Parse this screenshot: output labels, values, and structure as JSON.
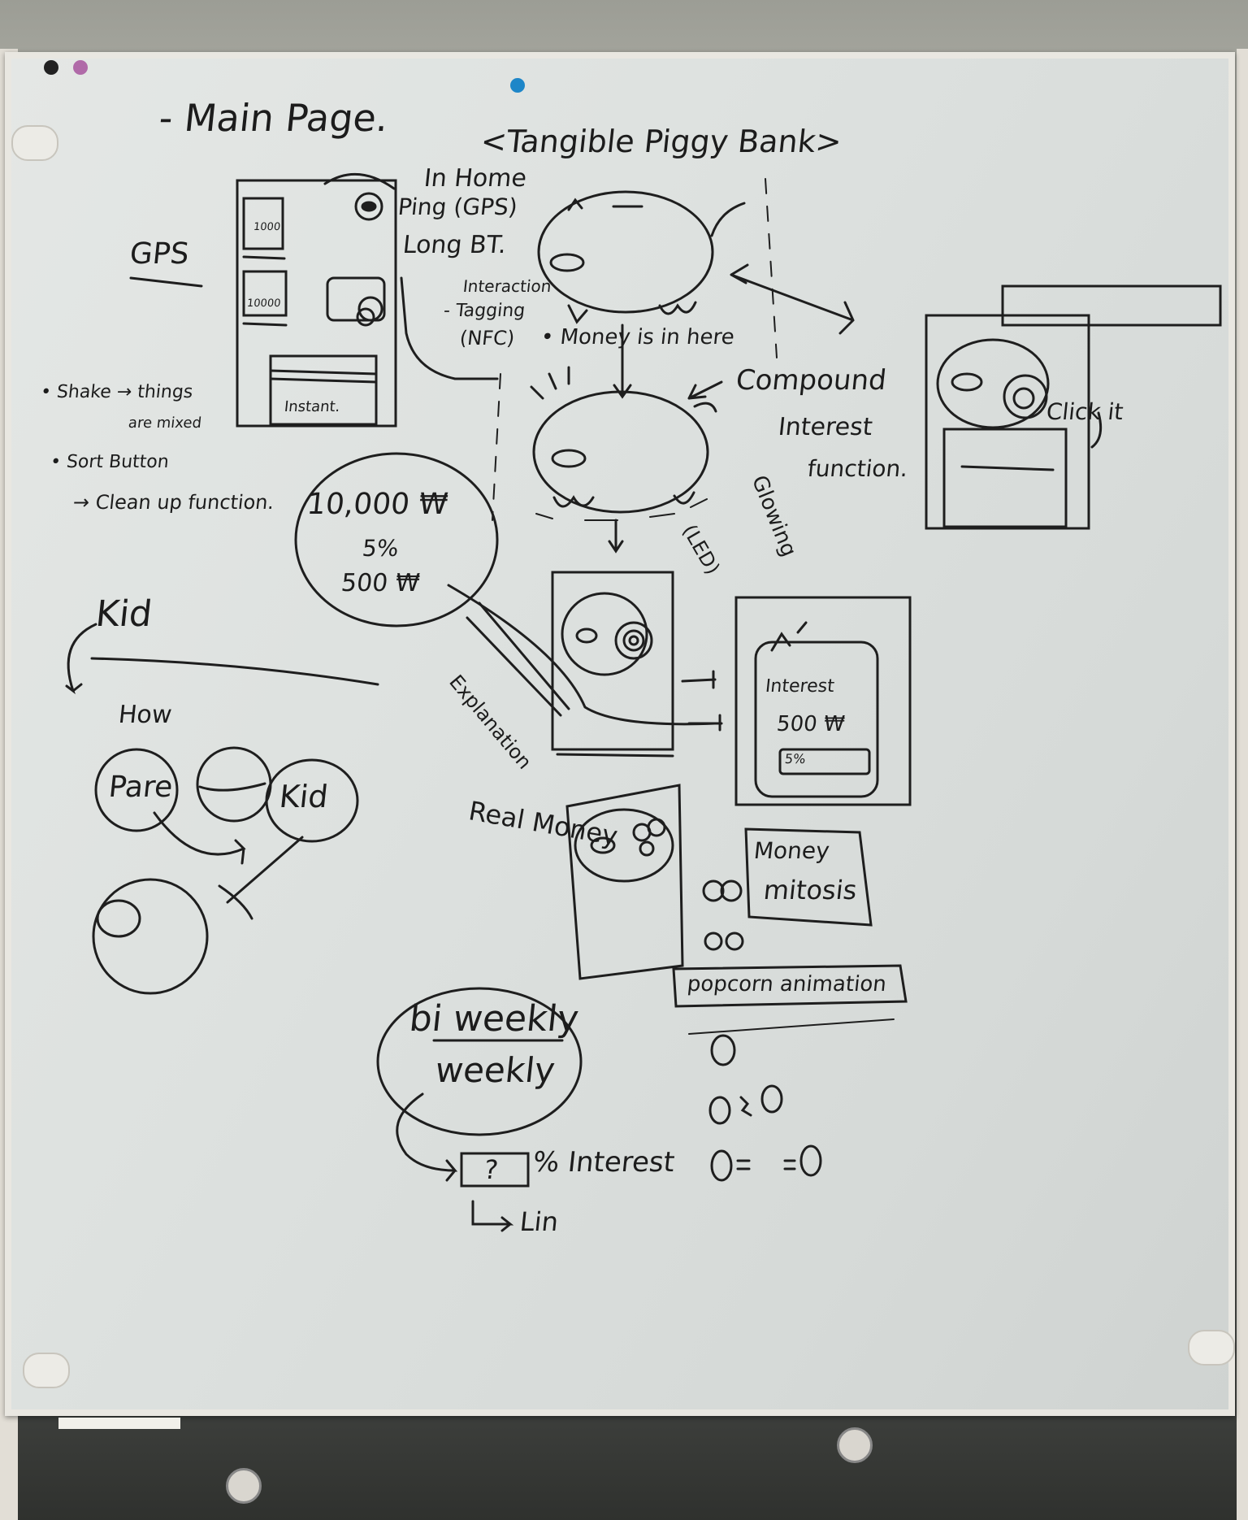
{
  "whiteboard": {
    "title": "- Main Page.",
    "heading": "<Tangible Piggy Bank>",
    "main_page_sketch": {
      "labels": [
        "In Home",
        "Ping (GPS)",
        "Long BT."
      ],
      "card_values": [
        "1000",
        "10000"
      ],
      "instant_label": "Instant."
    },
    "gps_label": "GPS",
    "interaction": {
      "title": "Interaction",
      "tagging": "- Tagging",
      "nfc": "(NFC)"
    },
    "money_note": "• Money is in here",
    "compound": [
      "Compound",
      "Interest",
      "function."
    ],
    "glowing": "Glowing",
    "led": "(LED)",
    "click_it": "Click it",
    "notes": {
      "shake": "• Shake → things",
      "shake_cont": "are mixed",
      "sort": "• Sort Button",
      "sort_cont": "→ Clean up function."
    },
    "circle_calc": [
      "10,000 ₩",
      "5%",
      "500 ₩"
    ],
    "explanation": "Explanation",
    "interest_screen": {
      "title": "Interest",
      "amount": "500 ₩",
      "rate": "5%"
    },
    "kid": "Kid",
    "how": "How",
    "parent": "Pare",
    "kid_circle": "Kid",
    "real_money": "Real Money",
    "money_mitosis": [
      "Money",
      "mitosis"
    ],
    "popcorn": "popcorn animation",
    "frequency": [
      "bi weekly",
      "weekly"
    ],
    "question_box": "?",
    "percent_interest": "% Interest",
    "link": "Lin"
  },
  "colors": {
    "ink": "#1e1e1e",
    "board": "#dfe3e1",
    "frame": "#e9e7e1"
  }
}
